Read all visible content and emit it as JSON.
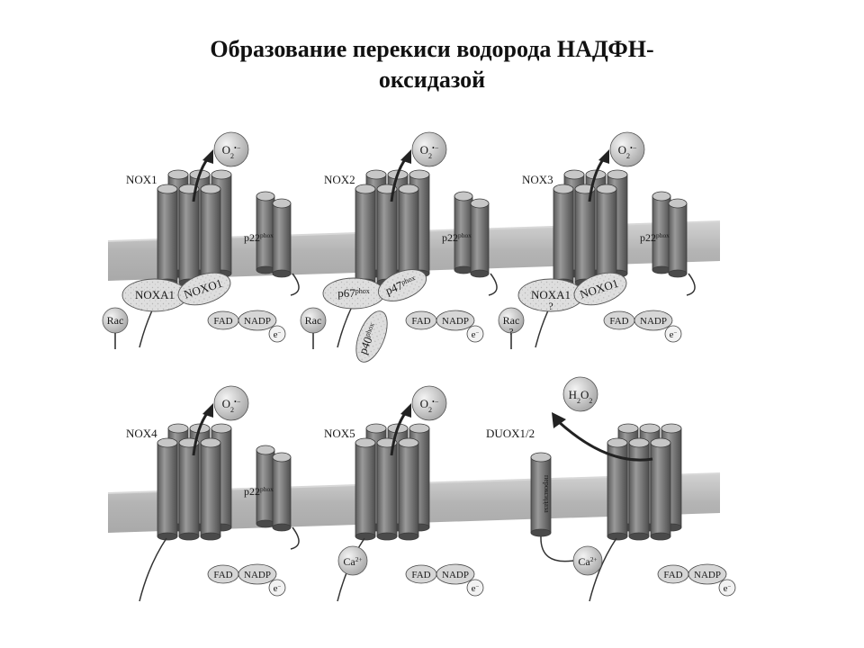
{
  "slide": {
    "title_line1": "Образование перекиси водорода НАДФН-",
    "title_line2": "оксидазой"
  },
  "panels": [
    {
      "name": "NOX1",
      "p22": "p22",
      "sup": "phox",
      "product": "O2•−",
      "partners": [
        "NOXA1",
        "NOXO1"
      ],
      "rac": "Rac",
      "fad": "FAD",
      "nadp": "NADP",
      "e": "e−"
    },
    {
      "name": "NOX2",
      "p22": "p22",
      "sup": "phox",
      "product": "O2•−",
      "partners": [
        "p67phox",
        "p47phox",
        "p40phox"
      ],
      "rac": "Rac",
      "fad": "FAD",
      "nadp": "NADP",
      "e": "e−"
    },
    {
      "name": "NOX3",
      "p22": "p22",
      "sup": "phox",
      "product": "O2•−",
      "partners": [
        "NOXA1 ?",
        "NOXO1"
      ],
      "rac": "Rac ?",
      "fad": "FAD",
      "nadp": "NADP",
      "e": "e−"
    },
    {
      "name": "NOX4",
      "p22": "p22",
      "sup": "phox",
      "product": "O2•−",
      "fad": "FAD",
      "nadp": "NADP",
      "e": "e−"
    },
    {
      "name": "NOX5",
      "product": "O2•−",
      "calcium": "Ca2+",
      "fad": "FAD",
      "nadp": "NADP",
      "e": "e−"
    },
    {
      "name": "DUOX1/2",
      "product": "H2O2",
      "peroxidase": "пероксидаза",
      "calcium": "Ca2+",
      "fad": "FAD",
      "nadp": "NADP",
      "e": "e−"
    }
  ],
  "colors": {
    "membrane": "#b9b9b9",
    "membrane_edge": "#d8d8d8",
    "cylinder_body": "#6e6e6e",
    "cylinder_light": "#9a9a9a",
    "cylinder_top": "#c7c7c7",
    "partner_fill": "#dcdcdc",
    "ball_fill": "#d6d6d6"
  }
}
